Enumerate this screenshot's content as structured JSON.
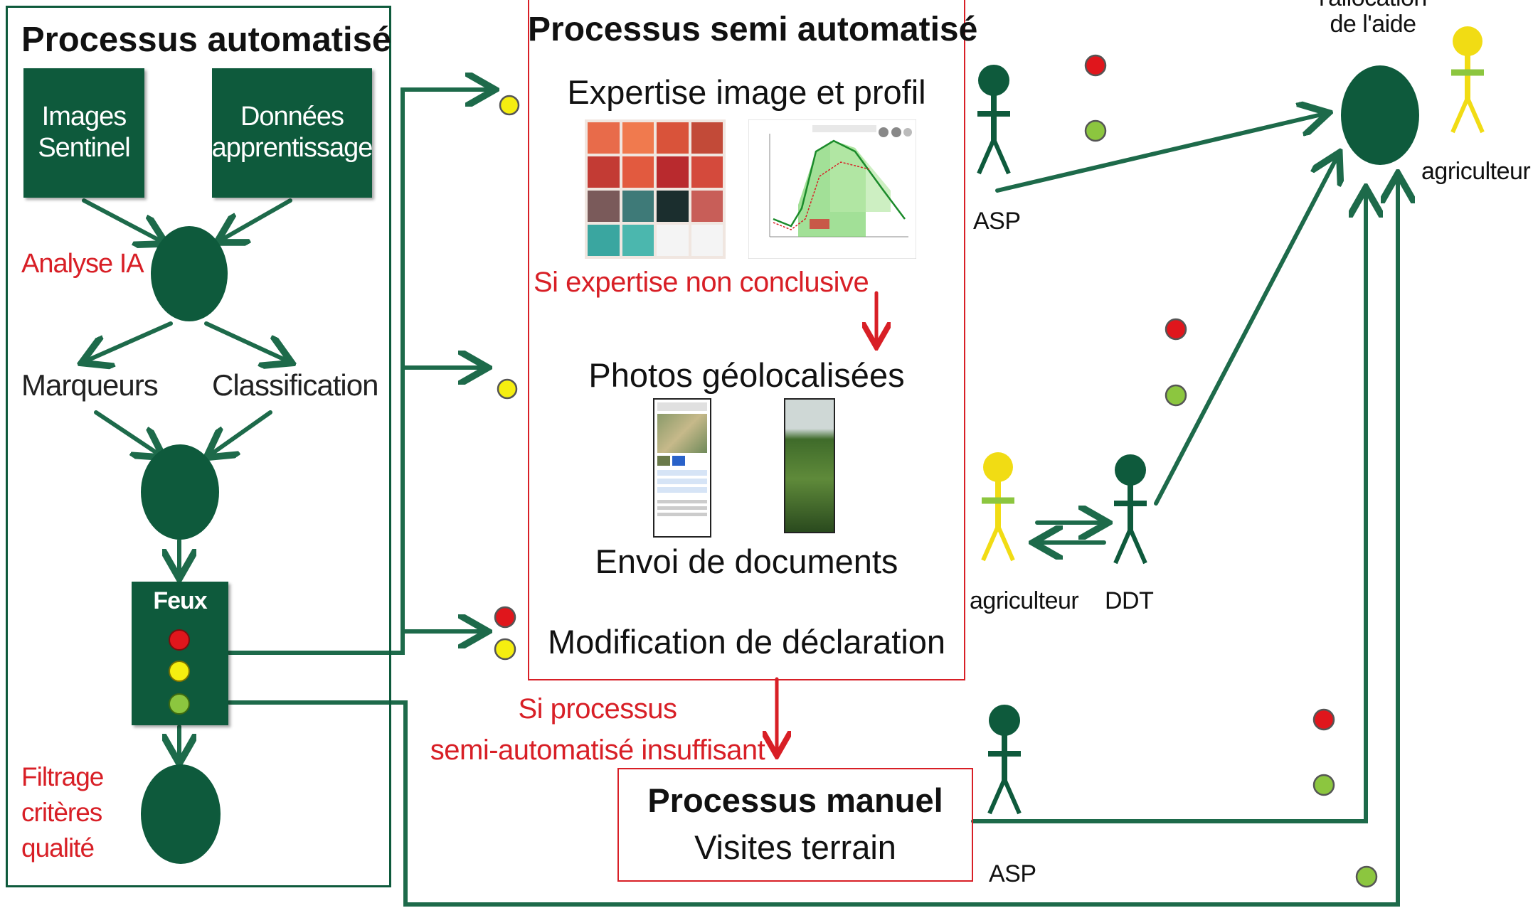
{
  "automated": {
    "title": "Processus automatisé",
    "box_images": "Images\nSentinel",
    "box_donnees": "Données\napprentissage",
    "analyse_ia": "Analyse IA",
    "marqueurs": "Marqueurs",
    "classification": "Classification",
    "feux": "Feux",
    "filtrage": "Filtrage\ncritères\nqualité"
  },
  "semi": {
    "title": "Processus semi automatisé",
    "expertise": "Expertise image et profil",
    "non_conclusive": "Si expertise non conclusive",
    "photos": "Photos géolocalisées",
    "envoi": "Envoi de documents",
    "modification": "Modification de déclaration",
    "insuffisant": "Si processus\nsemi-automatisé insuffisant"
  },
  "manual": {
    "title": "Processus manuel",
    "subtitle": "Visites terrain"
  },
  "actors": {
    "asp_top": "ASP",
    "asp_bottom": "ASP",
    "agriculteur_mid": "agriculteur",
    "ddt": "DDT",
    "agriculteur_right": "agriculteur"
  },
  "payment": {
    "label_line1": "l'allocation",
    "label_line2": "de l'aide"
  },
  "colors": {
    "dark_green": "#0e5a3c",
    "arrow_green": "#1d6a4a",
    "red_light": "#e0161c",
    "yellow_light": "#f5ee10",
    "green_light": "#8cc63f",
    "box_red": "#d81f26",
    "actor_yellow": "#f1dc14",
    "actor_belt_green": "#8cc63f"
  }
}
